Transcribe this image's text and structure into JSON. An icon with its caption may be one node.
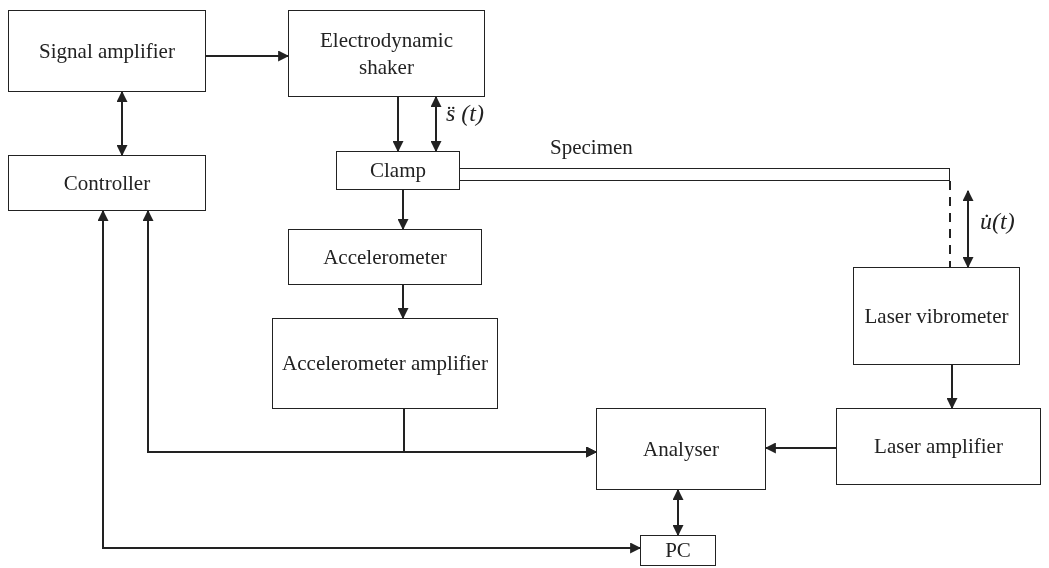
{
  "diagram": {
    "nodes": [
      {
        "text": [
          "Signal amplifier"
        ]
      },
      {
        "text": [
          "Electrodynamic shaker"
        ]
      },
      {
        "text": [
          "Controller"
        ]
      },
      {
        "text": [
          "Clamp"
        ]
      },
      {
        "text": [
          "Specimen"
        ]
      },
      {
        "text": [
          "Accelerometer"
        ]
      },
      {
        "text": [
          "Accelerometer amplifier"
        ]
      },
      {
        "text": [
          "Analyser"
        ]
      },
      {
        "text": [
          "Laser vibrometer"
        ]
      },
      {
        "text": [
          "Laser amplifier"
        ]
      },
      {
        "text": [
          "PC"
        ]
      }
    ],
    "edges": [
      {
        "from": 0,
        "to": 1,
        "arrow": "to"
      },
      {
        "from": 0,
        "to": 2,
        "arrow": "both"
      },
      {
        "from": 1,
        "to": 3,
        "arrow": "to"
      },
      {
        "from": 1,
        "to": 3,
        "arrow": "both",
        "label": "s̈ (t)"
      },
      {
        "from": 3,
        "to": 5,
        "arrow": "to"
      },
      {
        "from": 5,
        "to": 6,
        "arrow": "to"
      },
      {
        "from": 4,
        "to": 8,
        "arrow": "none",
        "style": "dashed"
      },
      {
        "from": 4,
        "to": 8,
        "arrow": "both",
        "label": "u̇(t)"
      },
      {
        "from": 8,
        "to": 9,
        "arrow": "to"
      },
      {
        "from": 6,
        "to": 7,
        "arrow": "to"
      },
      {
        "from": 2,
        "to": 7,
        "arrow": "both"
      },
      {
        "from": 9,
        "to": 7,
        "arrow": "to"
      },
      {
        "from": 7,
        "to": 10,
        "arrow": "both"
      },
      {
        "from": 2,
        "to": 10,
        "arrow": "both"
      }
    ]
  }
}
